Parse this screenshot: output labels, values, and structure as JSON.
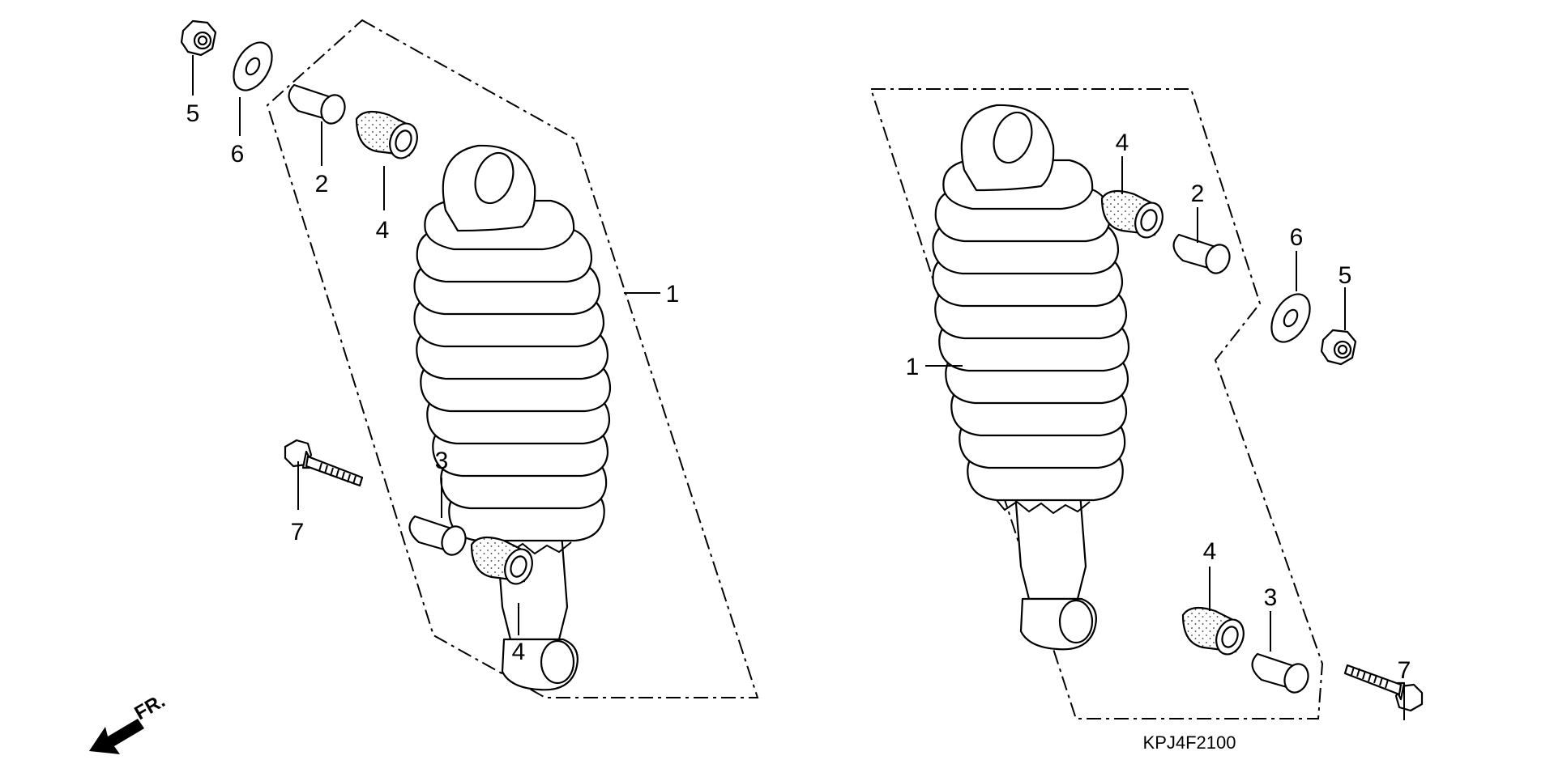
{
  "diagram": {
    "code": "KPJ4F2100",
    "front_label": "FR.",
    "left_callouts": [
      "5",
      "6",
      "2",
      "4",
      "1",
      "7",
      "3",
      "4"
    ],
    "right_callouts": [
      "4",
      "2",
      "6",
      "5",
      "1",
      "4",
      "3",
      "7"
    ]
  }
}
